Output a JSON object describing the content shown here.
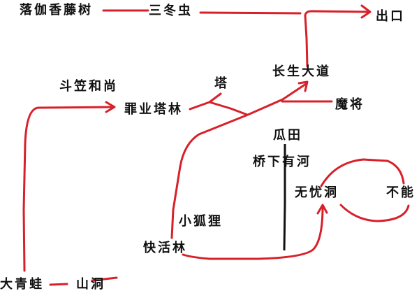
{
  "nodes": {
    "luojia_tree": "落伽香藤树",
    "sandong_bug": "三冬虫",
    "exit": "出口",
    "changsheng_road": "长生大道",
    "douli_monk": "斗笠和尚",
    "tower": "塔",
    "zuiye_forest": "罪业塔林",
    "demon_general": "魔将",
    "melon_field": "瓜田",
    "river_under_bridge": "桥下有河",
    "wuyou_cave": "无忧洞",
    "cannot": "不能",
    "little_fox": "小狐狸",
    "kuaihuo_forest": "快活林",
    "big_frog": "大青蛙",
    "mountain_cave": "山洞"
  },
  "colors": {
    "path": "#d8202a",
    "river": "#111111",
    "text": "#111111"
  }
}
